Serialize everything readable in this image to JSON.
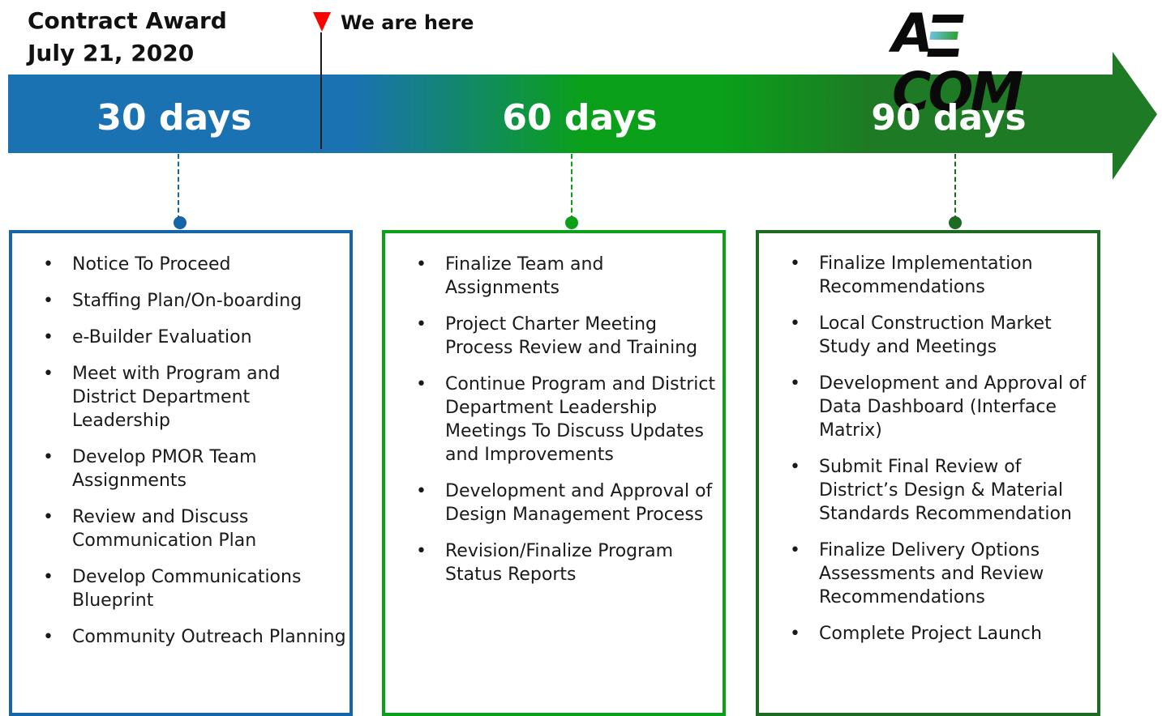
{
  "header": {
    "award_line1": "Contract Award",
    "award_line2": "July 21, 2020",
    "marker_label": "We are here",
    "logo_text_left": "A",
    "logo_text_right": "COM"
  },
  "colors": {
    "blue": "#1565a8",
    "green_bright": "#0aa01a",
    "green_dark": "#1d6b22",
    "marker_red": "#ff0000"
  },
  "phases": [
    {
      "label": "30 days",
      "color": "#1565a8",
      "items": [
        "Notice To Proceed",
        "Staffing Plan/On-boarding",
        "e-Builder Evaluation",
        "Meet with Program and District Department Leadership",
        "Develop PMOR Team Assignments",
        "Review and Discuss Communication Plan",
        "Develop Communications Blueprint",
        "Community Outreach Planning"
      ]
    },
    {
      "label": "60 days",
      "color": "#0aa01a",
      "items": [
        "Finalize Team and Assignments",
        "Project Charter Meeting Process Review and Training",
        "Continue Program and District Department Leadership Meetings To Discuss Updates and Improvements",
        "Development and Approval of Design Management Process",
        "Revision/Finalize Program Status Reports"
      ]
    },
    {
      "label": "90 days",
      "color": "#1d6b22",
      "items": [
        "Finalize Implementation Recommendations",
        "Local Construction Market Study and Meetings",
        "Development and Approval of Data Dashboard (Interface Matrix)",
        "Submit Final Review of District’s Design & Material Standards Recommendation",
        "Finalize Delivery Options Assessments and Review Recommendations",
        "Complete Project Launch"
      ]
    }
  ],
  "bullet_glyph": "•"
}
